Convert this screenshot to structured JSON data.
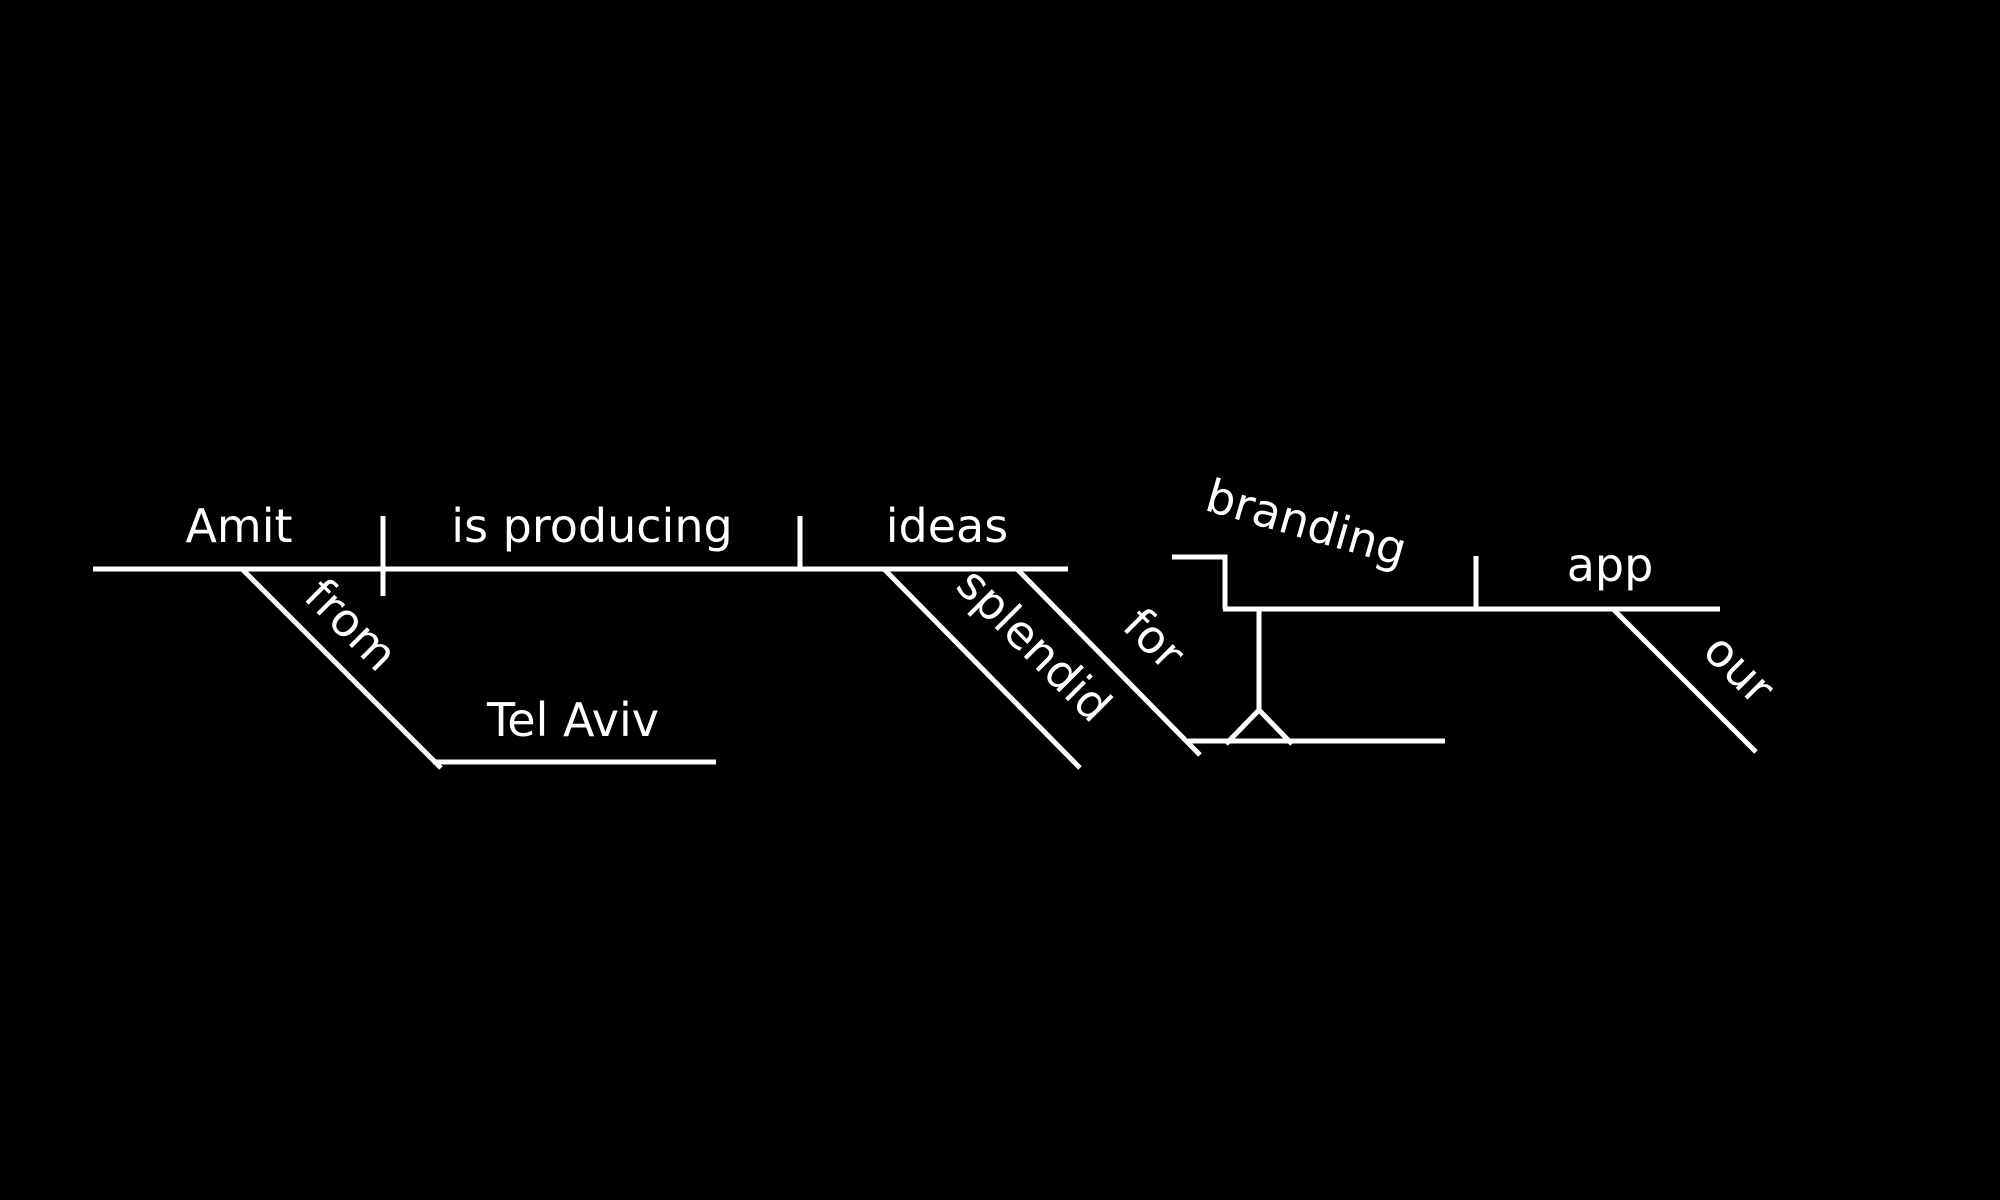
{
  "diagram": {
    "subject": "Amit",
    "predicate": "is producing",
    "direct_object": "ideas",
    "subject_modifier": {
      "preposition": "from",
      "object": "Tel Aviv"
    },
    "object_modifiers": {
      "adjective": "splendid",
      "preposition": "for"
    },
    "gerund_phrase": {
      "gerund": "branding",
      "object": "app",
      "object_modifier": "our"
    }
  },
  "colors": {
    "background": "#000000",
    "ink": "#ffffff"
  }
}
